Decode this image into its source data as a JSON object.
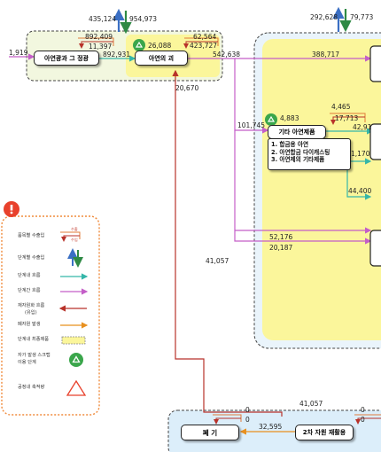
{
  "colors": {
    "intra_flow": "#35b6a9",
    "inter_flow": "#c45ec8",
    "reuse_flow": "#b8322a",
    "scrap_flow": "#e8901f",
    "import_arrow": "#e07b39",
    "export_arrow": "#2f7d4a",
    "stage_fill": "#fbf69b",
    "left_group_fill": "#f2f7df",
    "bottom_group_fill": "#dceefa",
    "legend_border": "#f08b3c",
    "up_arrow": "#3a6fc4",
    "down_arrow": "#2f8a45"
  },
  "nodes": {
    "ore": "아연광과 그 정광",
    "zinc_metal": "아연의 괴",
    "other_products": "기타 아연제품",
    "scrap": "폐 기",
    "secondary": "2차 자원 재활용"
  },
  "other_products_list": [
    "1. 합금용 아연",
    "2. 아연합금 다이캐스팅",
    "3. 아연제의 기타제품"
  ],
  "flows": {
    "ore_input": "1,919",
    "top_export_1": "435,124",
    "top_import_1": "954,973",
    "ore_import": "892,409",
    "ore_export": "11,397",
    "ore_to_metal": "892,931",
    "metal_recycle": "26,088",
    "metal_import": "62,564",
    "metal_export": "423,727",
    "metal_out": "542,638",
    "metal_to_right": "388,717",
    "reuse_up": "20,670",
    "to_other": "101,745",
    "other_recycle": "4,883",
    "other_import": "4,465",
    "other_export": "17,713",
    "other_out_1": "42,91",
    "other_out_2": "1,170",
    "other_out_3": "44,400",
    "top_export_2": "292,628",
    "top_import_2": "79,773",
    "mid_flow_1": "52,176",
    "mid_flow_2": "20,187",
    "scrap_left": "41,057",
    "scrap_bottom": "41,057",
    "secondary_to_scrap": "32,595",
    "zero_1": "0",
    "zero_2": "0",
    "zero_3": "0",
    "zero_4": "0"
  },
  "legend": {
    "items": [
      {
        "label": "품목별 수출입",
        "icon": "import-export-arrows-icon"
      },
      {
        "label": "단계별 수출입",
        "icon": "stage-import-export-icon"
      },
      {
        "label": "단계내 흐름",
        "icon": "intra-stage-flow-icon"
      },
      {
        "label": "단계간 흐름",
        "icon": "inter-stage-flow-icon"
      },
      {
        "label": "재자원화 흐름",
        "icon": "recycling-flow-icon"
      },
      {
        "label": "(유입)",
        "icon": ""
      },
      {
        "label": "폐자원 발생",
        "icon": "scrap-generation-icon"
      },
      {
        "label": "단계내 최종제품",
        "icon": "final-product-icon"
      },
      {
        "label": "자가 발생 스크랩",
        "icon": "recycle-icon"
      },
      {
        "label": "이용 단계",
        "icon": ""
      },
      {
        "label": "공정내 축적량",
        "icon": "accumulation-triangle-icon"
      }
    ],
    "mini_import": "수출",
    "mini_export": "수입"
  }
}
